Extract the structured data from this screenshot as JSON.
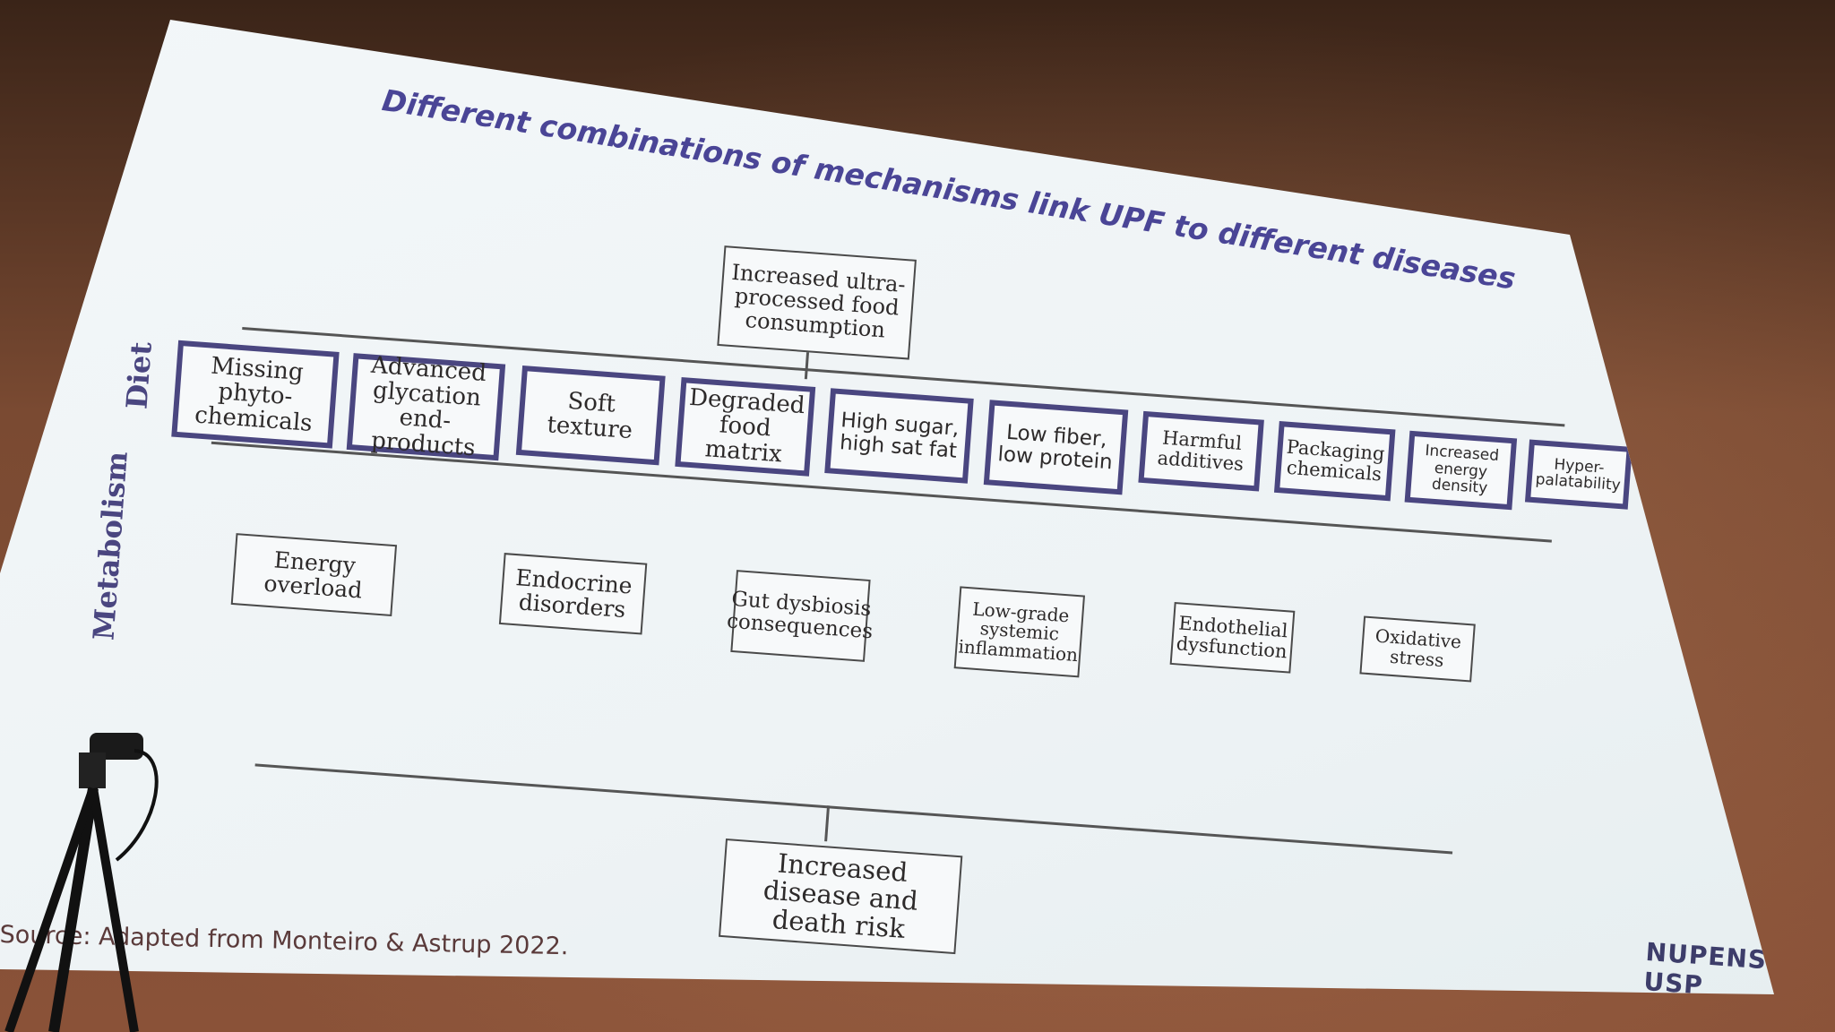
{
  "title": "Different combinations of mechanisms link UPF to different diseases",
  "top_box": "Increased ultra-processed food consumption",
  "side_labels": {
    "diet": "Diet",
    "metabolism": "Metabolism"
  },
  "diet": [
    "Missing phyto-chemicals",
    "Advanced glycation end-products",
    "Soft texture",
    "Degraded food matrix",
    "High sugar, high sat fat",
    "Low fiber, low protein",
    "Harmful additives",
    "Packaging chemicals",
    "Increased energy density",
    "Hyper-palatability"
  ],
  "metabolism": [
    "Energy overload",
    "Endocrine disorders",
    "Gut dysbiosis consequences",
    "Low-grade systemic inflammation",
    "Endothelial dysfunction",
    "Oxidative stress"
  ],
  "outcome": "Increased disease and death risk",
  "source": "Source: Adapted from Monteiro & Astrup 2022.",
  "logo": "NUPENS USP",
  "colors": {
    "title": "#4a4596",
    "diet_border": "#4a4680",
    "text": "#2d2a2a"
  }
}
